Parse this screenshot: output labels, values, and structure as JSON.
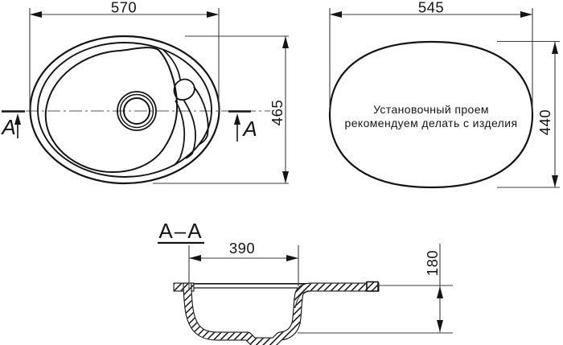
{
  "top_view": {
    "width": "570",
    "height": "465",
    "section_letter": "A"
  },
  "cutout_view": {
    "width": "545",
    "height": "440",
    "note_line1": "Установочный проем",
    "note_line2": "рекомендуем делать с изделия"
  },
  "section_view": {
    "title": "A–A",
    "bowl_width": "390",
    "depth": "180"
  },
  "colors": {
    "object_line": "#141414",
    "thin_line": "#3d3d3d",
    "background": "#ffffff"
  }
}
